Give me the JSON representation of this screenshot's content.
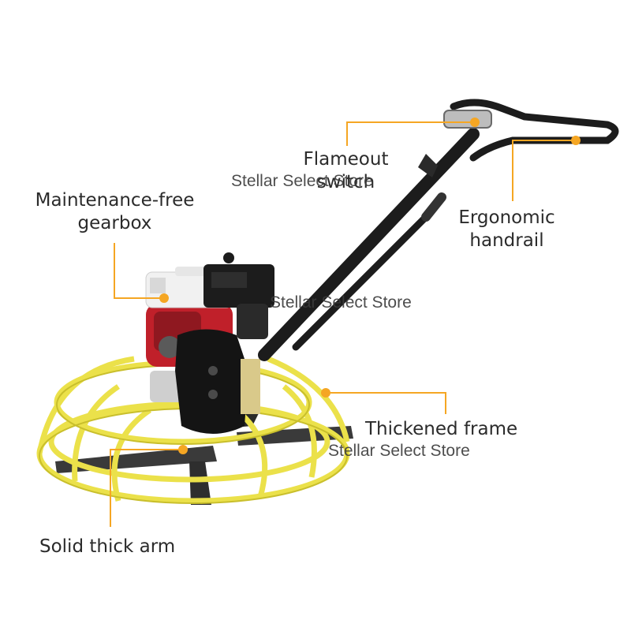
{
  "callouts": {
    "flameout_line1": "Flameout",
    "flameout_line2": "switch",
    "gearbox_line1": "Maintenance-free",
    "gearbox_line2": "gearbox",
    "handrail_line1": "Ergonomic",
    "handrail_line2": "handrail",
    "frame": "Thickened frame",
    "arm": "Solid thick arm"
  },
  "watermark": {
    "text1": "Stellar Select Store",
    "text2": "Stellar Select Store",
    "text3": "Stellar Select Store"
  },
  "colors": {
    "accent": "#f5a623",
    "frame": "#ebe14a",
    "engine_red": "#c0202a",
    "metal_dark": "#1c1c1c"
  }
}
